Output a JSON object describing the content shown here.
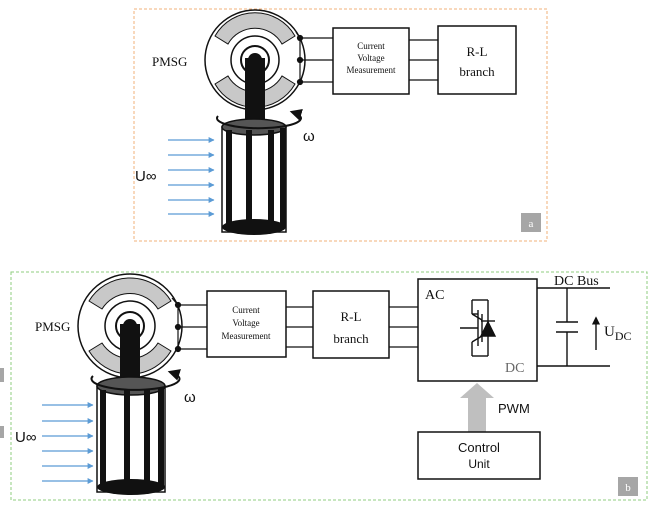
{
  "panel_a": {
    "generator_label": "PMSG",
    "measurement_lines": [
      "Current",
      "Voltage",
      "Measurement"
    ],
    "rl_lines": [
      "R-L",
      "branch"
    ],
    "omega": "ω",
    "wind_label": "U∞",
    "tag": "a"
  },
  "panel_b": {
    "generator_label": "PMSG",
    "measurement_lines": [
      "Current",
      "Voltage",
      "Measurement"
    ],
    "rl_lines": [
      "R-L",
      "branch"
    ],
    "converter_ac": "AC",
    "converter_dc": "DC",
    "dc_bus": "DC Bus",
    "udc_main": "U",
    "udc_sub": "DC",
    "pwm": "PWM",
    "control_lines": [
      "Control",
      "Unit"
    ],
    "omega": "ω",
    "wind_label": "U∞",
    "tag": "b"
  },
  "colors": {
    "frame_a": "#f0b27a",
    "frame_b": "#8fce7f",
    "wind_arrow": "#5b9bd5",
    "pwm_arrow": "#bfbfbf",
    "tag_bg": "#a6a6a6",
    "ink": "#111111"
  }
}
